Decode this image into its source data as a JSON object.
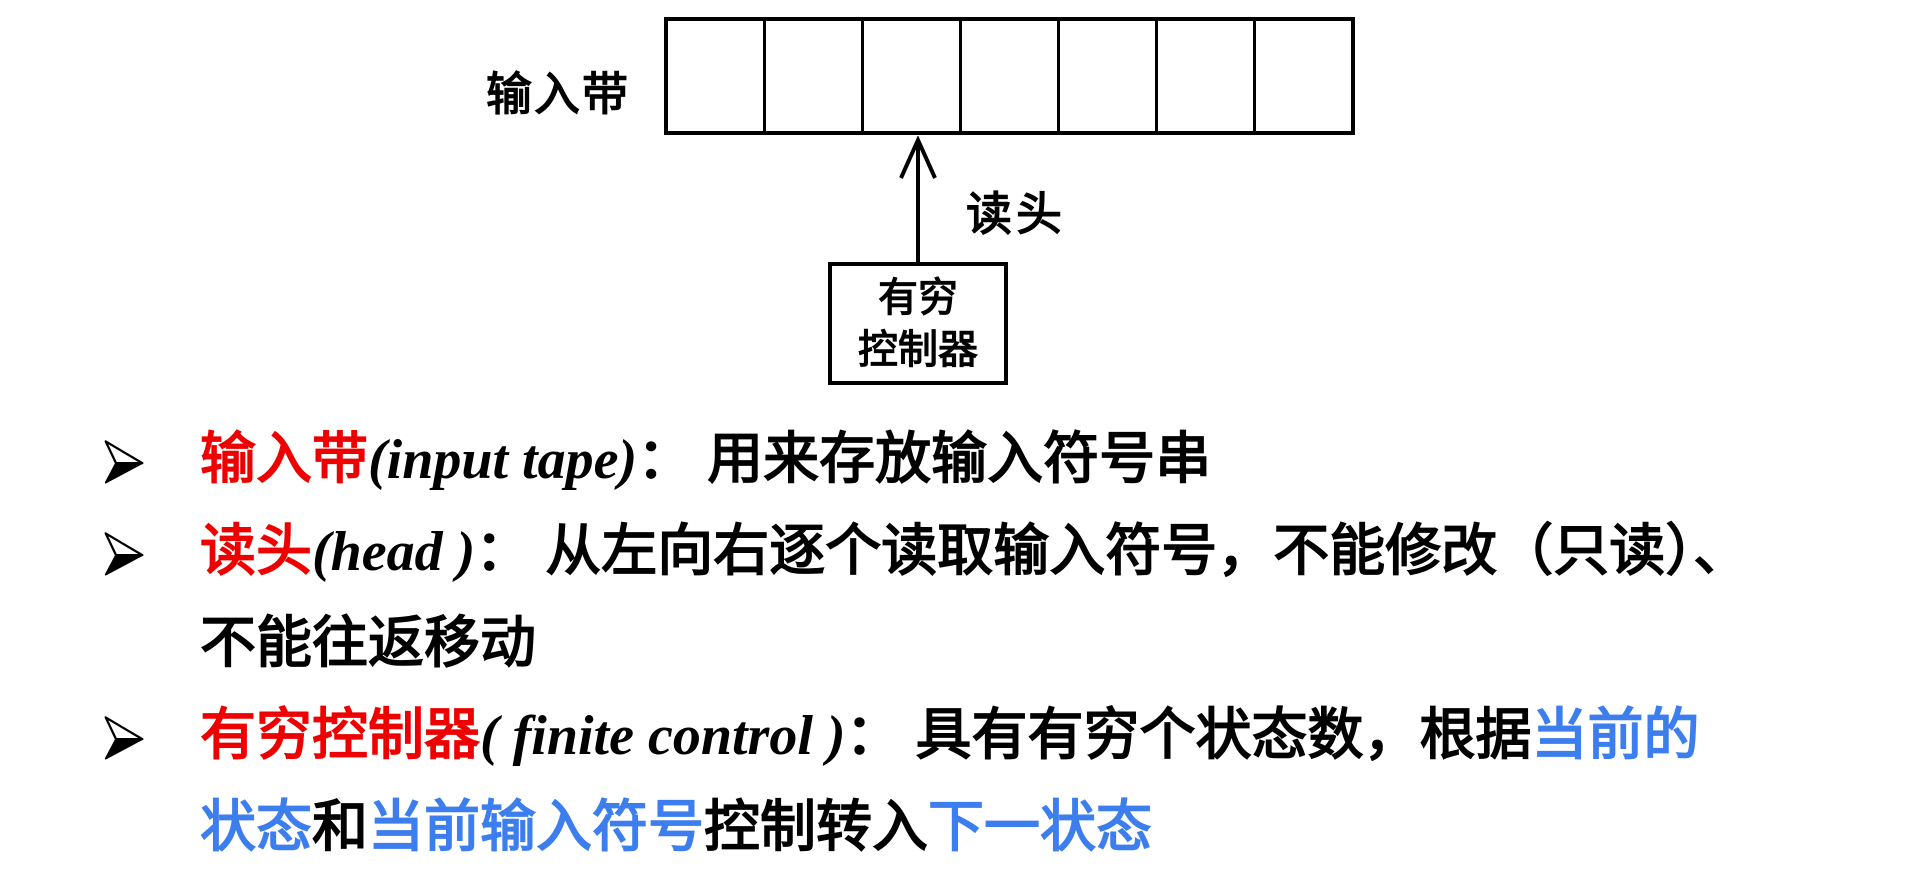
{
  "diagram": {
    "tape_label": "输入带",
    "tape_cells": 7,
    "head_label": "读头",
    "controller_line1": "有穷",
    "controller_line2": "控制器"
  },
  "bullets": {
    "marker_icon": "3d-rightwards-arrowhead",
    "b1": {
      "term": "输入带",
      "en": "(input tape)",
      "colon": "： ",
      "text": "用来存放输入符号串"
    },
    "b2": {
      "term": "读头",
      "en": "(head )",
      "colon": "： ",
      "text1": "从左向右逐个读取输入符号，不能修改（只读）、",
      "text2": "不能往返移动"
    },
    "b3": {
      "term": "有穷控制器",
      "en": "( finite control )",
      "colon": "： ",
      "text1": "具有有穷个状态数，根据",
      "blue1": "当前的",
      "blue2": "状态",
      "mid1": "和",
      "blue3": "当前输入符号",
      "mid2": "控制转入",
      "blue4": "下一状态"
    }
  },
  "colors": {
    "term_red": "#EE0000",
    "highlight_blue": "#3C7EEE",
    "line_black": "#000000",
    "background": "#FFFFFF"
  }
}
